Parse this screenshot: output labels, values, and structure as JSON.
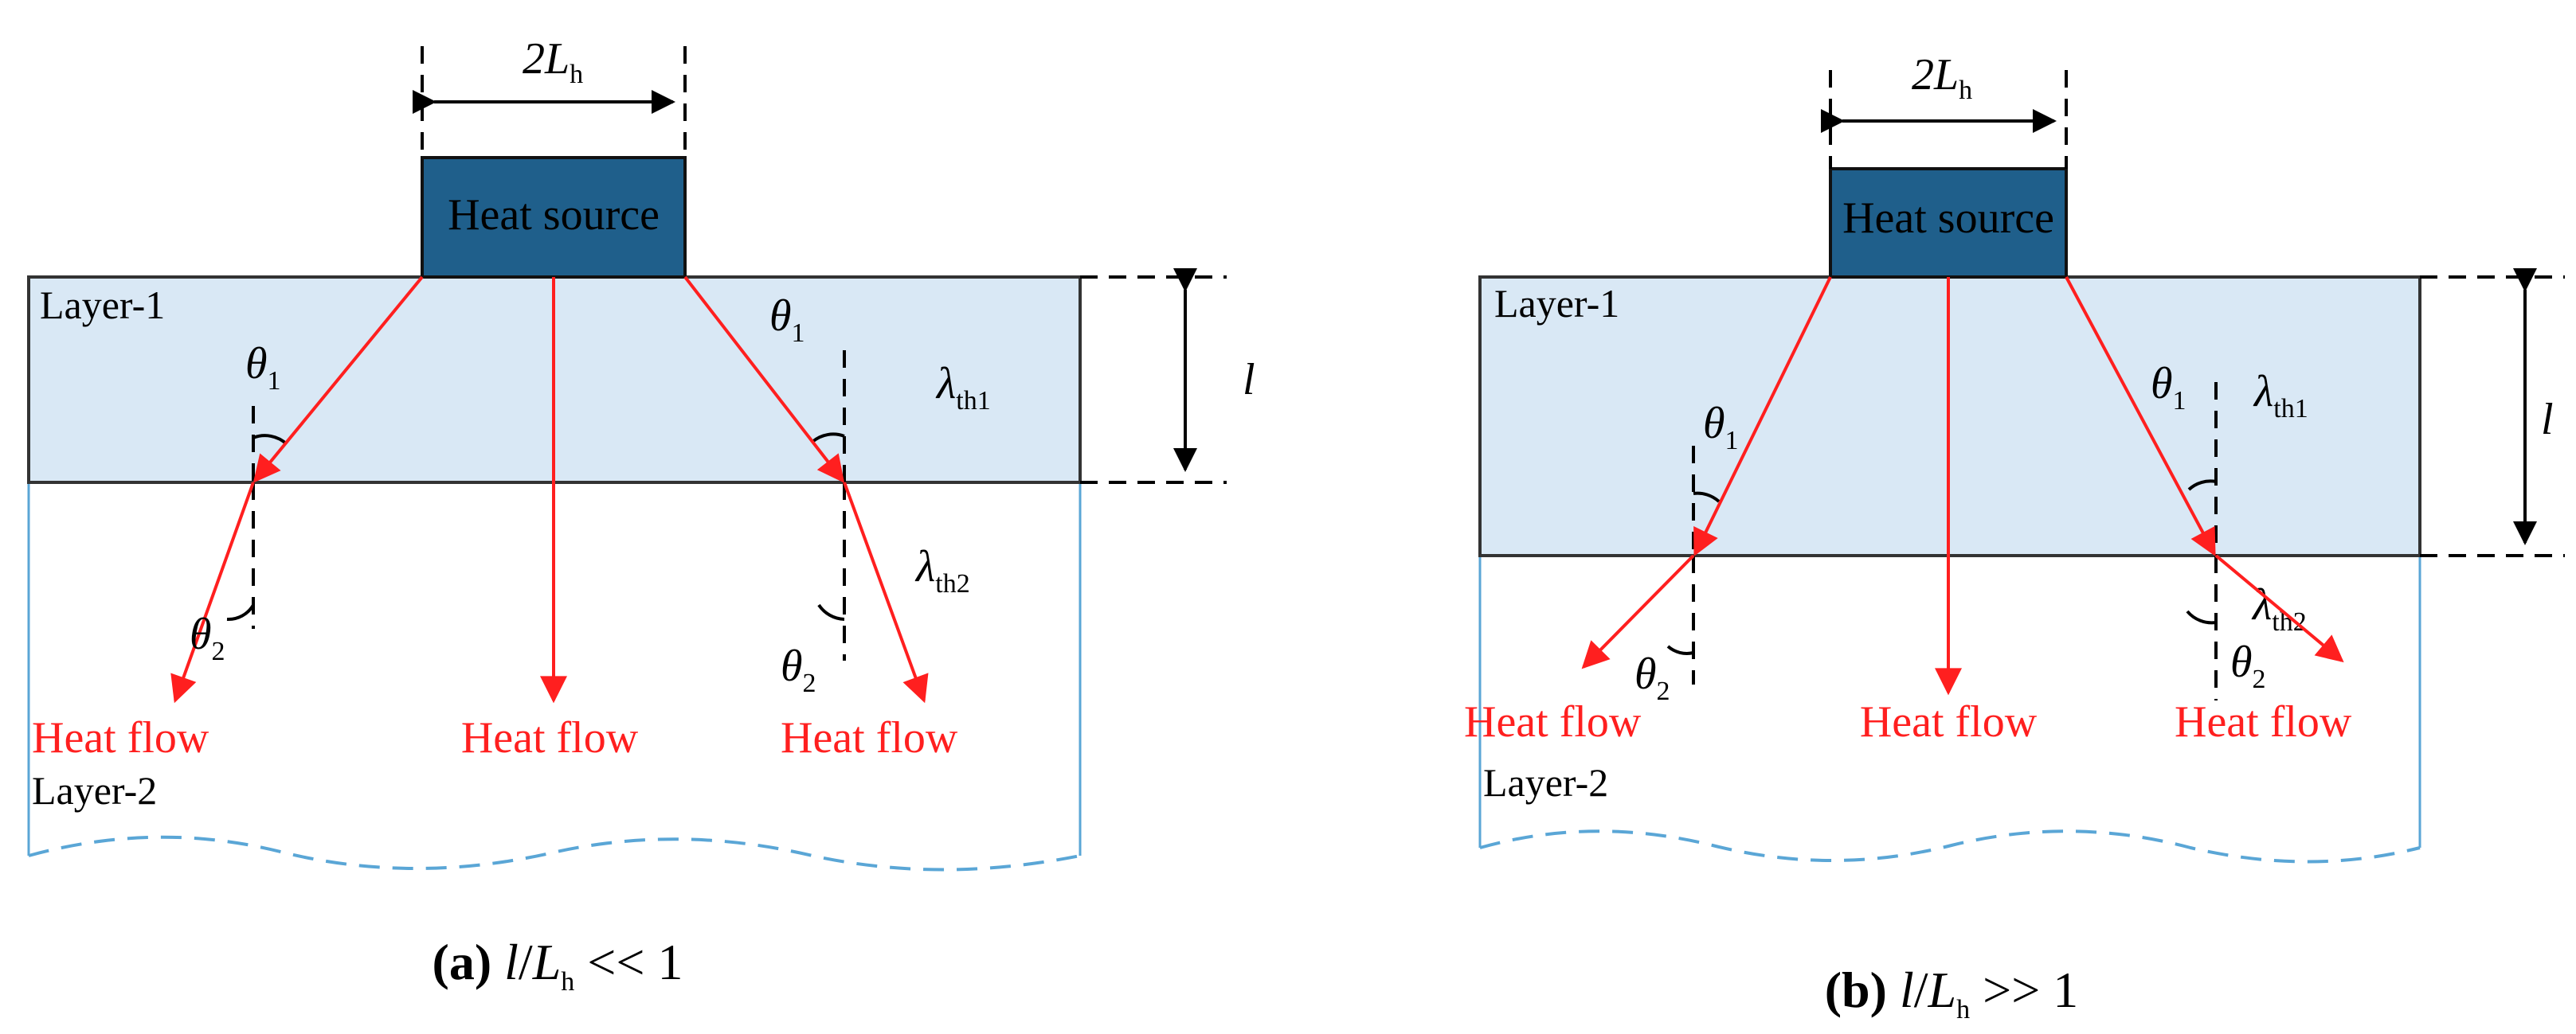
{
  "colors": {
    "layer1_fill": "#d9e8f5",
    "heat_source_fill": "#1f5f8b",
    "heat_flow": "#ff1f1f",
    "layer2_border": "#5aa6d6"
  },
  "panel_a": {
    "width_label_main": "2L",
    "width_label_sub": "h",
    "heat_source_label": "Heat source",
    "layer1_label": "Layer-1",
    "layer2_label": "Layer-2",
    "thickness_label": "l",
    "lambda1_main": "λ",
    "lambda1_sub": "th1",
    "lambda2_main": "λ",
    "lambda2_sub": "th2",
    "theta1_main": "θ",
    "theta1_sub": "1",
    "theta2_main": "θ",
    "theta2_sub": "2",
    "heat_flow_left": "Heat flow",
    "heat_flow_center": "Heat flow",
    "heat_flow_right": "Heat flow",
    "caption_tag": "(a)",
    "caption_l": "l",
    "caption_slash": "/",
    "caption_L": "L",
    "caption_h": "h",
    "caption_rest": " << 1"
  },
  "panel_b": {
    "width_label_main": "2L",
    "width_label_sub": "h",
    "heat_source_label": "Heat source",
    "layer1_label": "Layer-1",
    "layer2_label": "Layer-2",
    "thickness_label": "l",
    "lambda1_main": "λ",
    "lambda1_sub": "th1",
    "lambda2_main": "λ",
    "lambda2_sub": "th2",
    "theta1_main": "θ",
    "theta1_sub": "1",
    "theta2_main": "θ",
    "theta2_sub": "2",
    "heat_flow_left": "Heat flow",
    "heat_flow_center": "Heat flow",
    "heat_flow_right": "Heat flow",
    "caption_tag": "(b)",
    "caption_l": "l",
    "caption_slash": "/",
    "caption_L": "L",
    "caption_h": "h",
    "caption_rest": " >> 1"
  }
}
